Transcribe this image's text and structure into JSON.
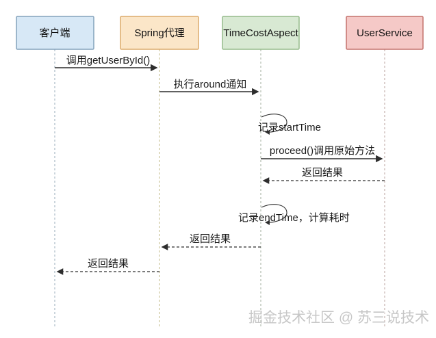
{
  "diagram": {
    "title": "Spring AOP around advice sequence",
    "actors": [
      {
        "id": "client",
        "label": "客户端",
        "fill": "#d7e8f6",
        "stroke": "#84a2bb",
        "lifeline": "#a9b9c6"
      },
      {
        "id": "spring-proxy",
        "label": "Spring代理",
        "fill": "#fbe6c8",
        "stroke": "#dcab6c",
        "lifeline": "#ccc49a"
      },
      {
        "id": "aspect",
        "label": "TimeCostAspect",
        "fill": "#d8e9d3",
        "stroke": "#95bb8b",
        "lifeline": "#b2bcad"
      },
      {
        "id": "user-service",
        "label": "UserService",
        "fill": "#f5c9c7",
        "stroke": "#c4726d",
        "lifeline": "#c5b0ae"
      }
    ],
    "messages": [
      {
        "seq": 1,
        "label": "调用getUserById()",
        "from": "客户端",
        "to": "Spring代理",
        "type": "sync"
      },
      {
        "seq": 2,
        "label": "执行around通知",
        "from": "Spring代理",
        "to": "TimeCostAspect",
        "type": "sync"
      },
      {
        "seq": 3,
        "label": "记录startTime",
        "from": "TimeCostAspect",
        "to": "TimeCostAspect",
        "type": "self"
      },
      {
        "seq": 4,
        "label": "proceed()调用原始方法",
        "from": "TimeCostAspect",
        "to": "UserService",
        "type": "sync"
      },
      {
        "seq": 5,
        "label": "返回结果",
        "from": "UserService",
        "to": "TimeCostAspect",
        "type": "return"
      },
      {
        "seq": 6,
        "label": "记录endTime，计算耗时",
        "from": "TimeCostAspect",
        "to": "TimeCostAspect",
        "type": "self"
      },
      {
        "seq": 7,
        "label": "返回结果",
        "from": "TimeCostAspect",
        "to": "Spring代理",
        "type": "return"
      },
      {
        "seq": 8,
        "label": "返回结果",
        "from": "Spring代理",
        "to": "客户端",
        "type": "return"
      }
    ],
    "arrow_color": "#2d2d2d",
    "watermark": "掘金技术社区 @ 苏三说技术"
  }
}
